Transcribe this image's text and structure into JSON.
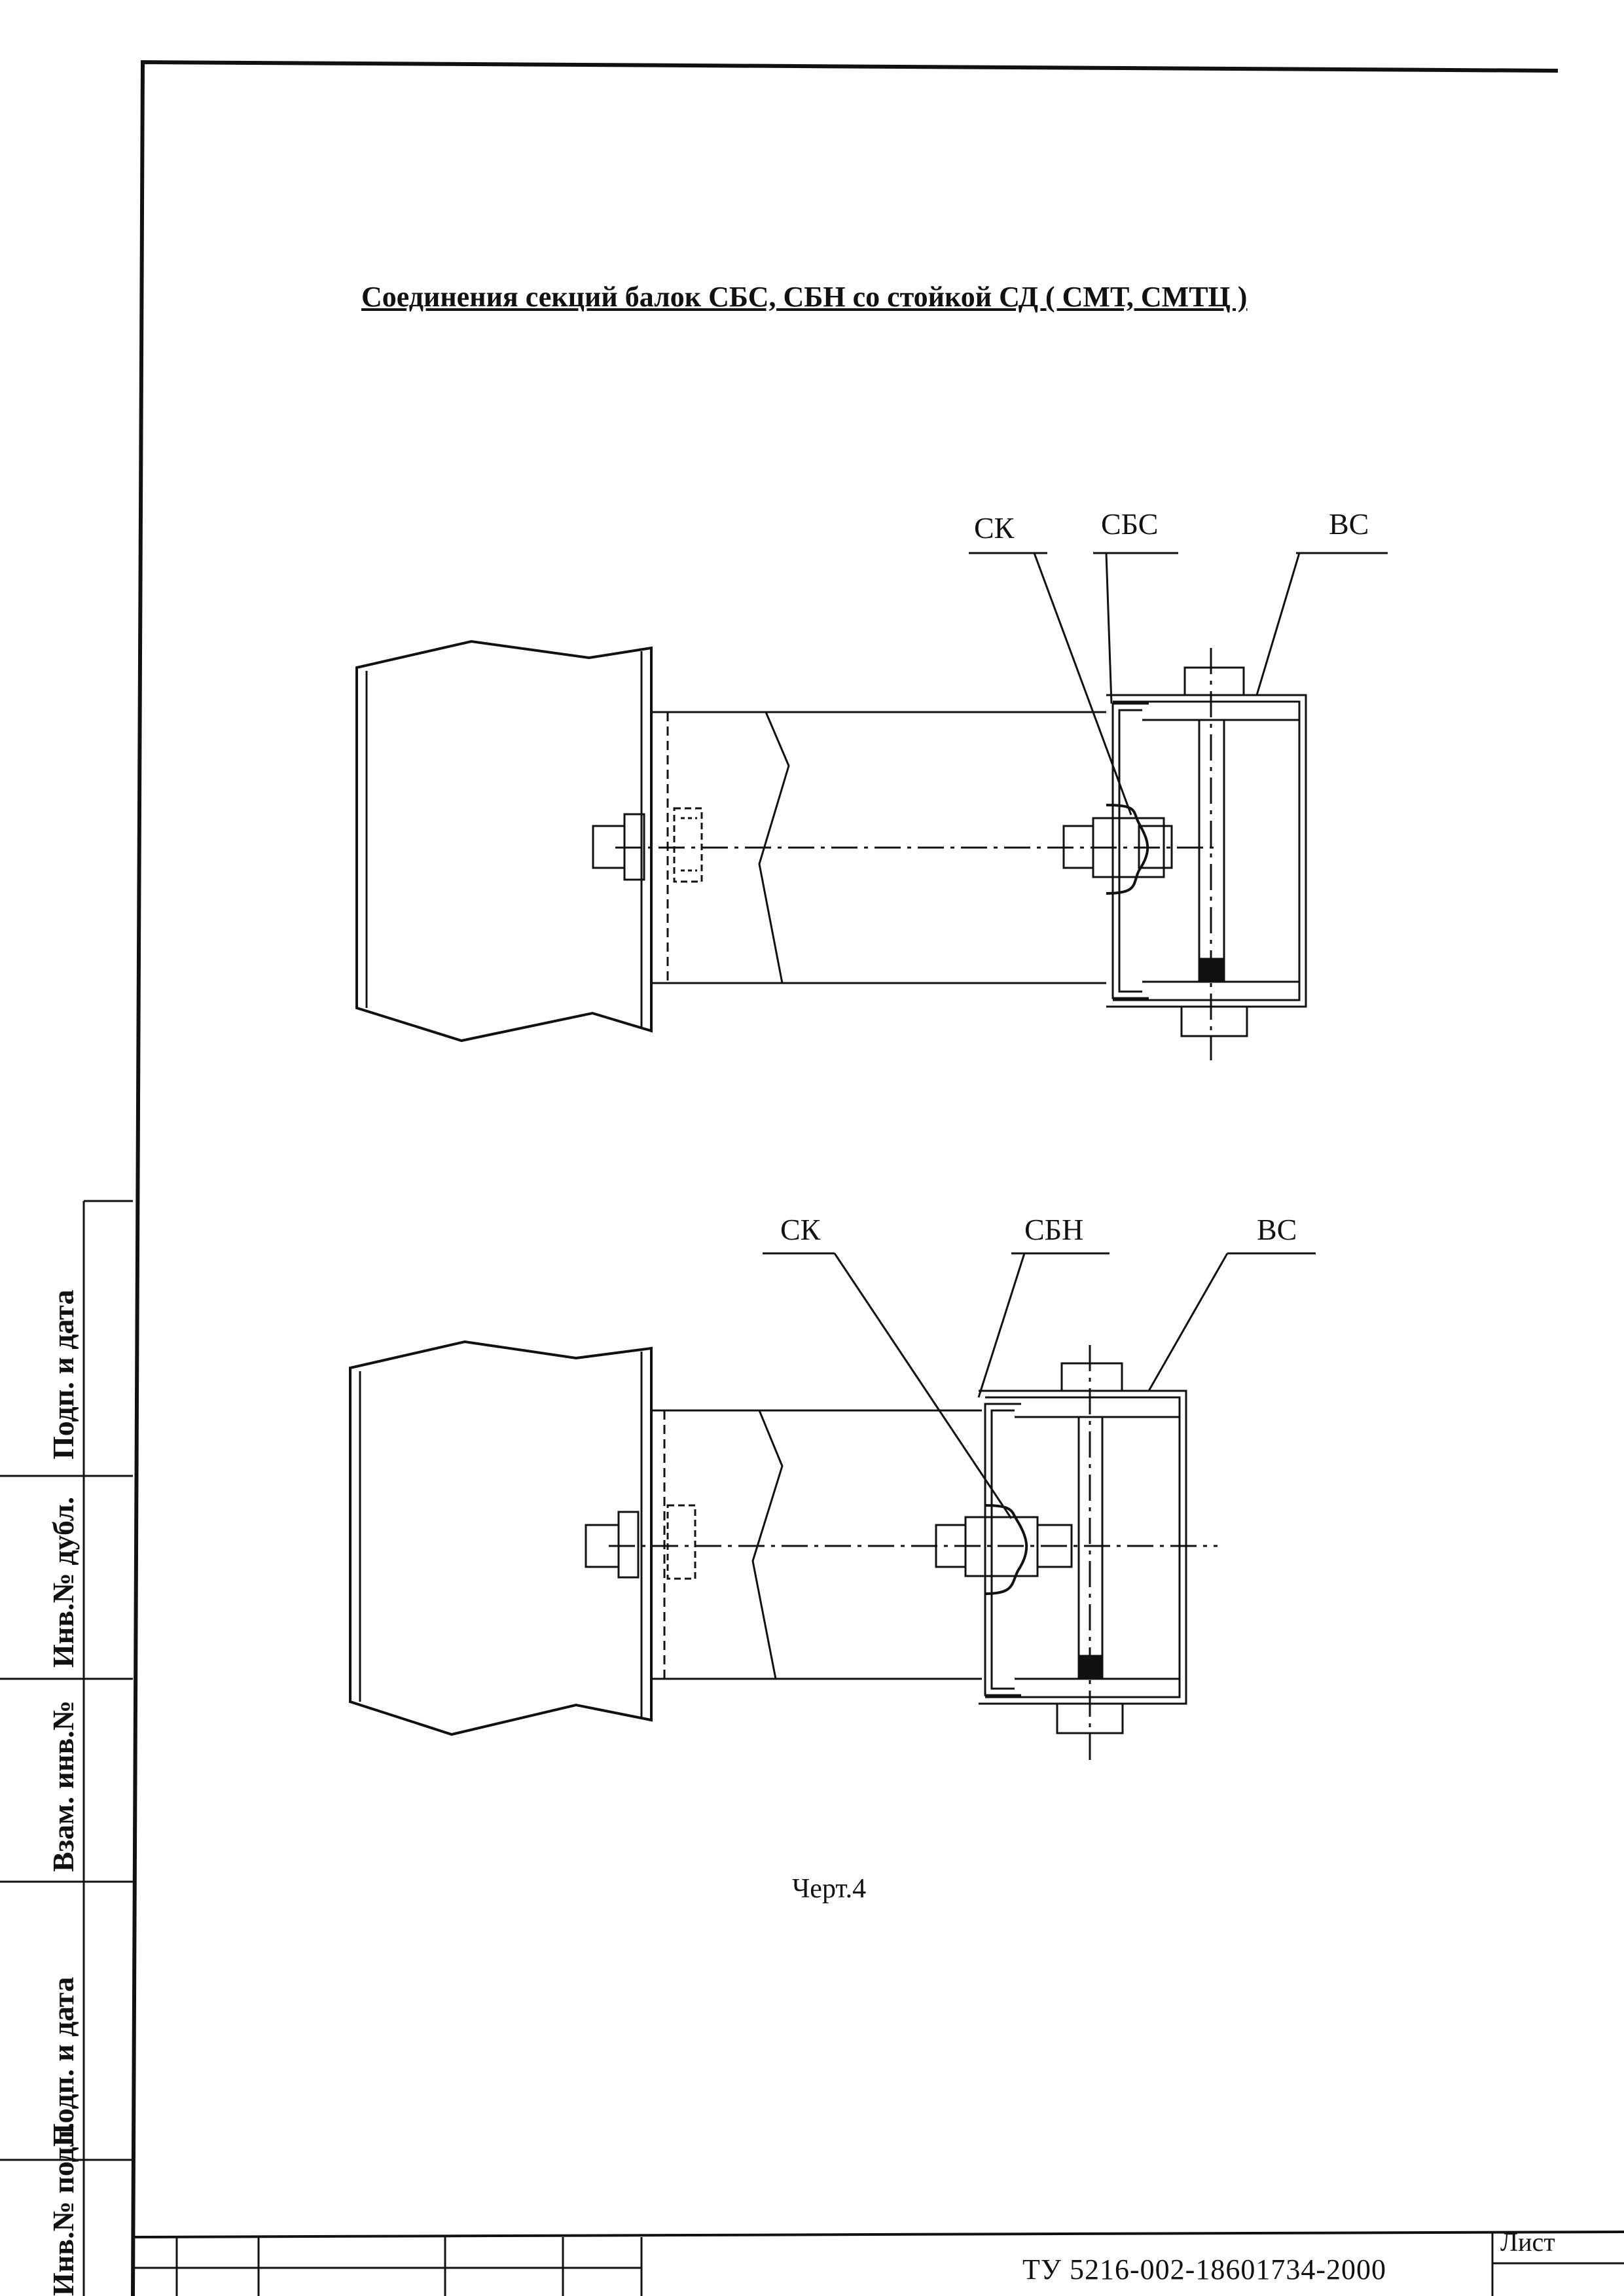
{
  "title": "Соединения секций балок СБС, СБН  со стойкой СД ( СМТ, СМТЦ )",
  "upper_assembly": {
    "labels": [
      "СК",
      "СБС",
      "ВС"
    ]
  },
  "lower_assembly": {
    "labels": [
      "СК",
      "СБН",
      "ВС"
    ]
  },
  "caption": "Черт.4",
  "title_block": {
    "document_number": "ТУ 5216-002-18601734-2000",
    "sheet_label": "Лист"
  },
  "side_stamp": {
    "fields": [
      "Подп. и дата",
      "Инв.№ дубл.",
      "Взам. инв.№",
      "Подп. и дата",
      "Инв.№ подл."
    ]
  },
  "colors": {
    "ink": "#111111",
    "paper": "#ffffff"
  }
}
